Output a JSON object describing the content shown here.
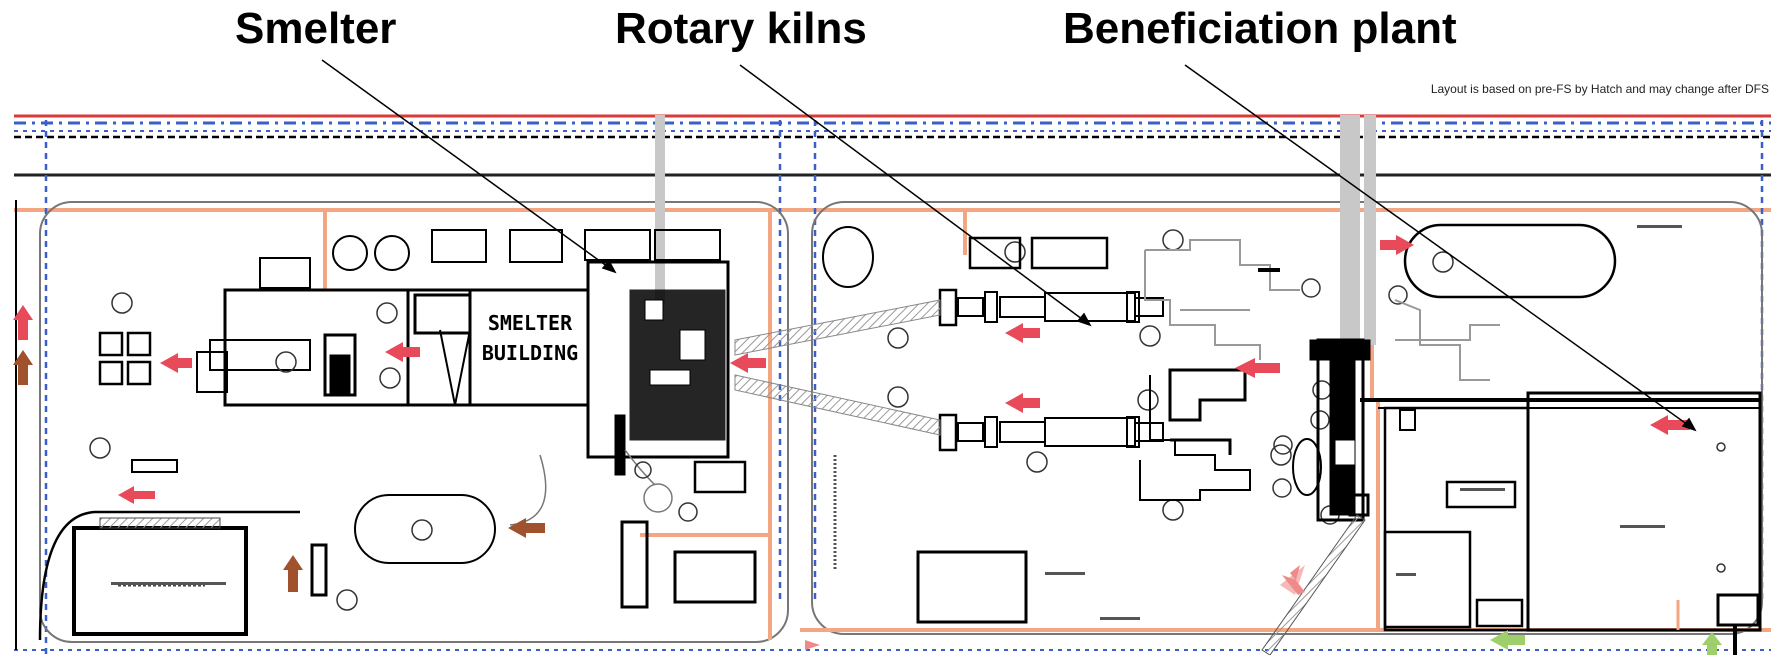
{
  "headings": {
    "smelter": "Smelter",
    "rotary_kilns": "Rotary kilns",
    "beneficiation_plant": "Beneficiation plant"
  },
  "note": "Layout is based on pre-FS by Hatch and may change after DFS",
  "plan_labels": {
    "smelter_building_line1": "SMELTER",
    "smelter_building_line2": "BUILDING"
  },
  "colors": {
    "road": "#f4a582",
    "boundary": "#d93a3a",
    "dashed_blue": "#3a5fc8",
    "flow_arrow_red": "#e84a5a",
    "flow_arrow_brown": "#a0522d",
    "flow_arrow_green": "#9fcf6a",
    "conveyor_grey": "#c8c8c8"
  }
}
